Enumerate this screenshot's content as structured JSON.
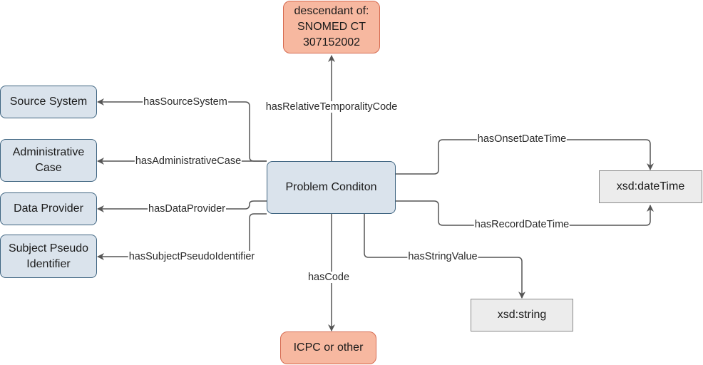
{
  "colors": {
    "blue_fill": "#dae3ec",
    "blue_stroke": "#3e6480",
    "orange_fill": "#f7b8a0",
    "orange_stroke": "#d66a50",
    "gray_fill": "#ececec",
    "gray_stroke": "#8a8a8a",
    "edge": "#555555"
  },
  "nodes": {
    "center": "Problem Conditon",
    "descendant": "descendant of:\nSNOMED CT\n307152002",
    "source_system": "Source System",
    "administrative_case": "Administrative\nCase",
    "data_provider": "Data Provider",
    "subject_pseudo": "Subject Pseudo\nIdentifier",
    "icpc": "ICPC or other",
    "datetime": "xsd:dateTime",
    "string": "xsd:string"
  },
  "edges": {
    "has_source_system": "hasSourceSystem",
    "has_relative_temporality_code": "hasRelativeTemporalityCode",
    "has_administrative_case": "hasAdministrativeCase",
    "has_data_provider": "hasDataProvider",
    "has_subject_pseudo_identifier": "hasSubjectPseudoIdentifier",
    "has_code": "hasCode",
    "has_onset_date_time": "hasOnsetDateTime",
    "has_record_date_time": "hasRecordDateTime",
    "has_string_value": "hasStringValue"
  }
}
